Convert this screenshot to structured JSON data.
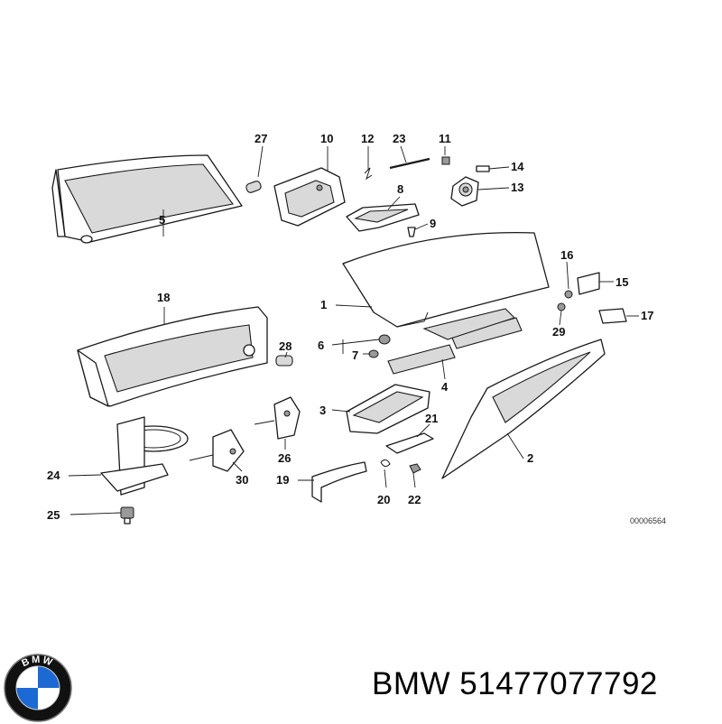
{
  "diagram": {
    "reference_number": "00006564",
    "callouts": [
      "1",
      "2",
      "3",
      "4",
      "5",
      "6",
      "7",
      "8",
      "9",
      "10",
      "11",
      "12",
      "13",
      "14",
      "15",
      "16",
      "17",
      "18",
      "19",
      "20",
      "21",
      "22",
      "23",
      "24",
      "25",
      "26",
      "27",
      "28",
      "29",
      "30"
    ]
  },
  "branding": {
    "logo_text": "BMW",
    "brand": "BMW",
    "part_number": "51477077792",
    "logo_colors": {
      "blue": "#1c69d4",
      "white": "#ffffff",
      "ring": "#111111"
    }
  }
}
